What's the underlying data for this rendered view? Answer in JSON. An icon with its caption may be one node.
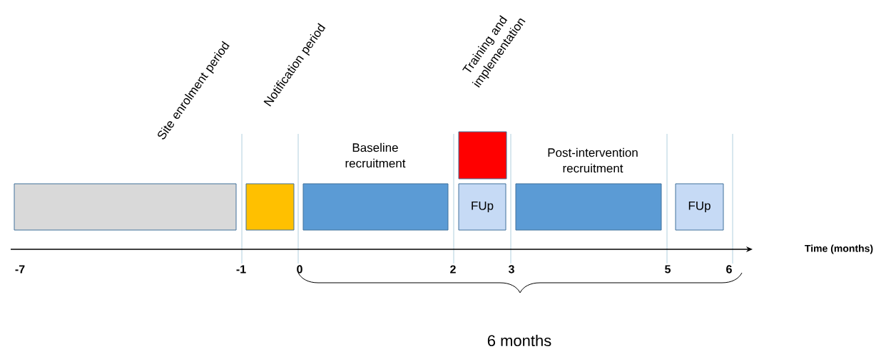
{
  "diagram": {
    "nodes": [
      {
        "text": [],
        "shape": "box"
      },
      {
        "text": [],
        "shape": "box"
      },
      {
        "text": [],
        "shape": "box",
        "beside": [
          "Baseline recruitment"
        ]
      },
      {
        "text": [],
        "shape": "box"
      },
      {
        "text": [
          "FUp"
        ]
      },
      {
        "text": [],
        "shape": "box",
        "beside": [
          "Post-intervention recruitment"
        ]
      },
      {
        "text": [
          "FUp"
        ]
      }
    ],
    "labels": [
      "Site enrolment period",
      "Notification period",
      "Training and implementation",
      "-7",
      "-1",
      "0",
      "2",
      "3",
      "5",
      "6",
      "Time (months)",
      "6 months"
    ]
  }
}
